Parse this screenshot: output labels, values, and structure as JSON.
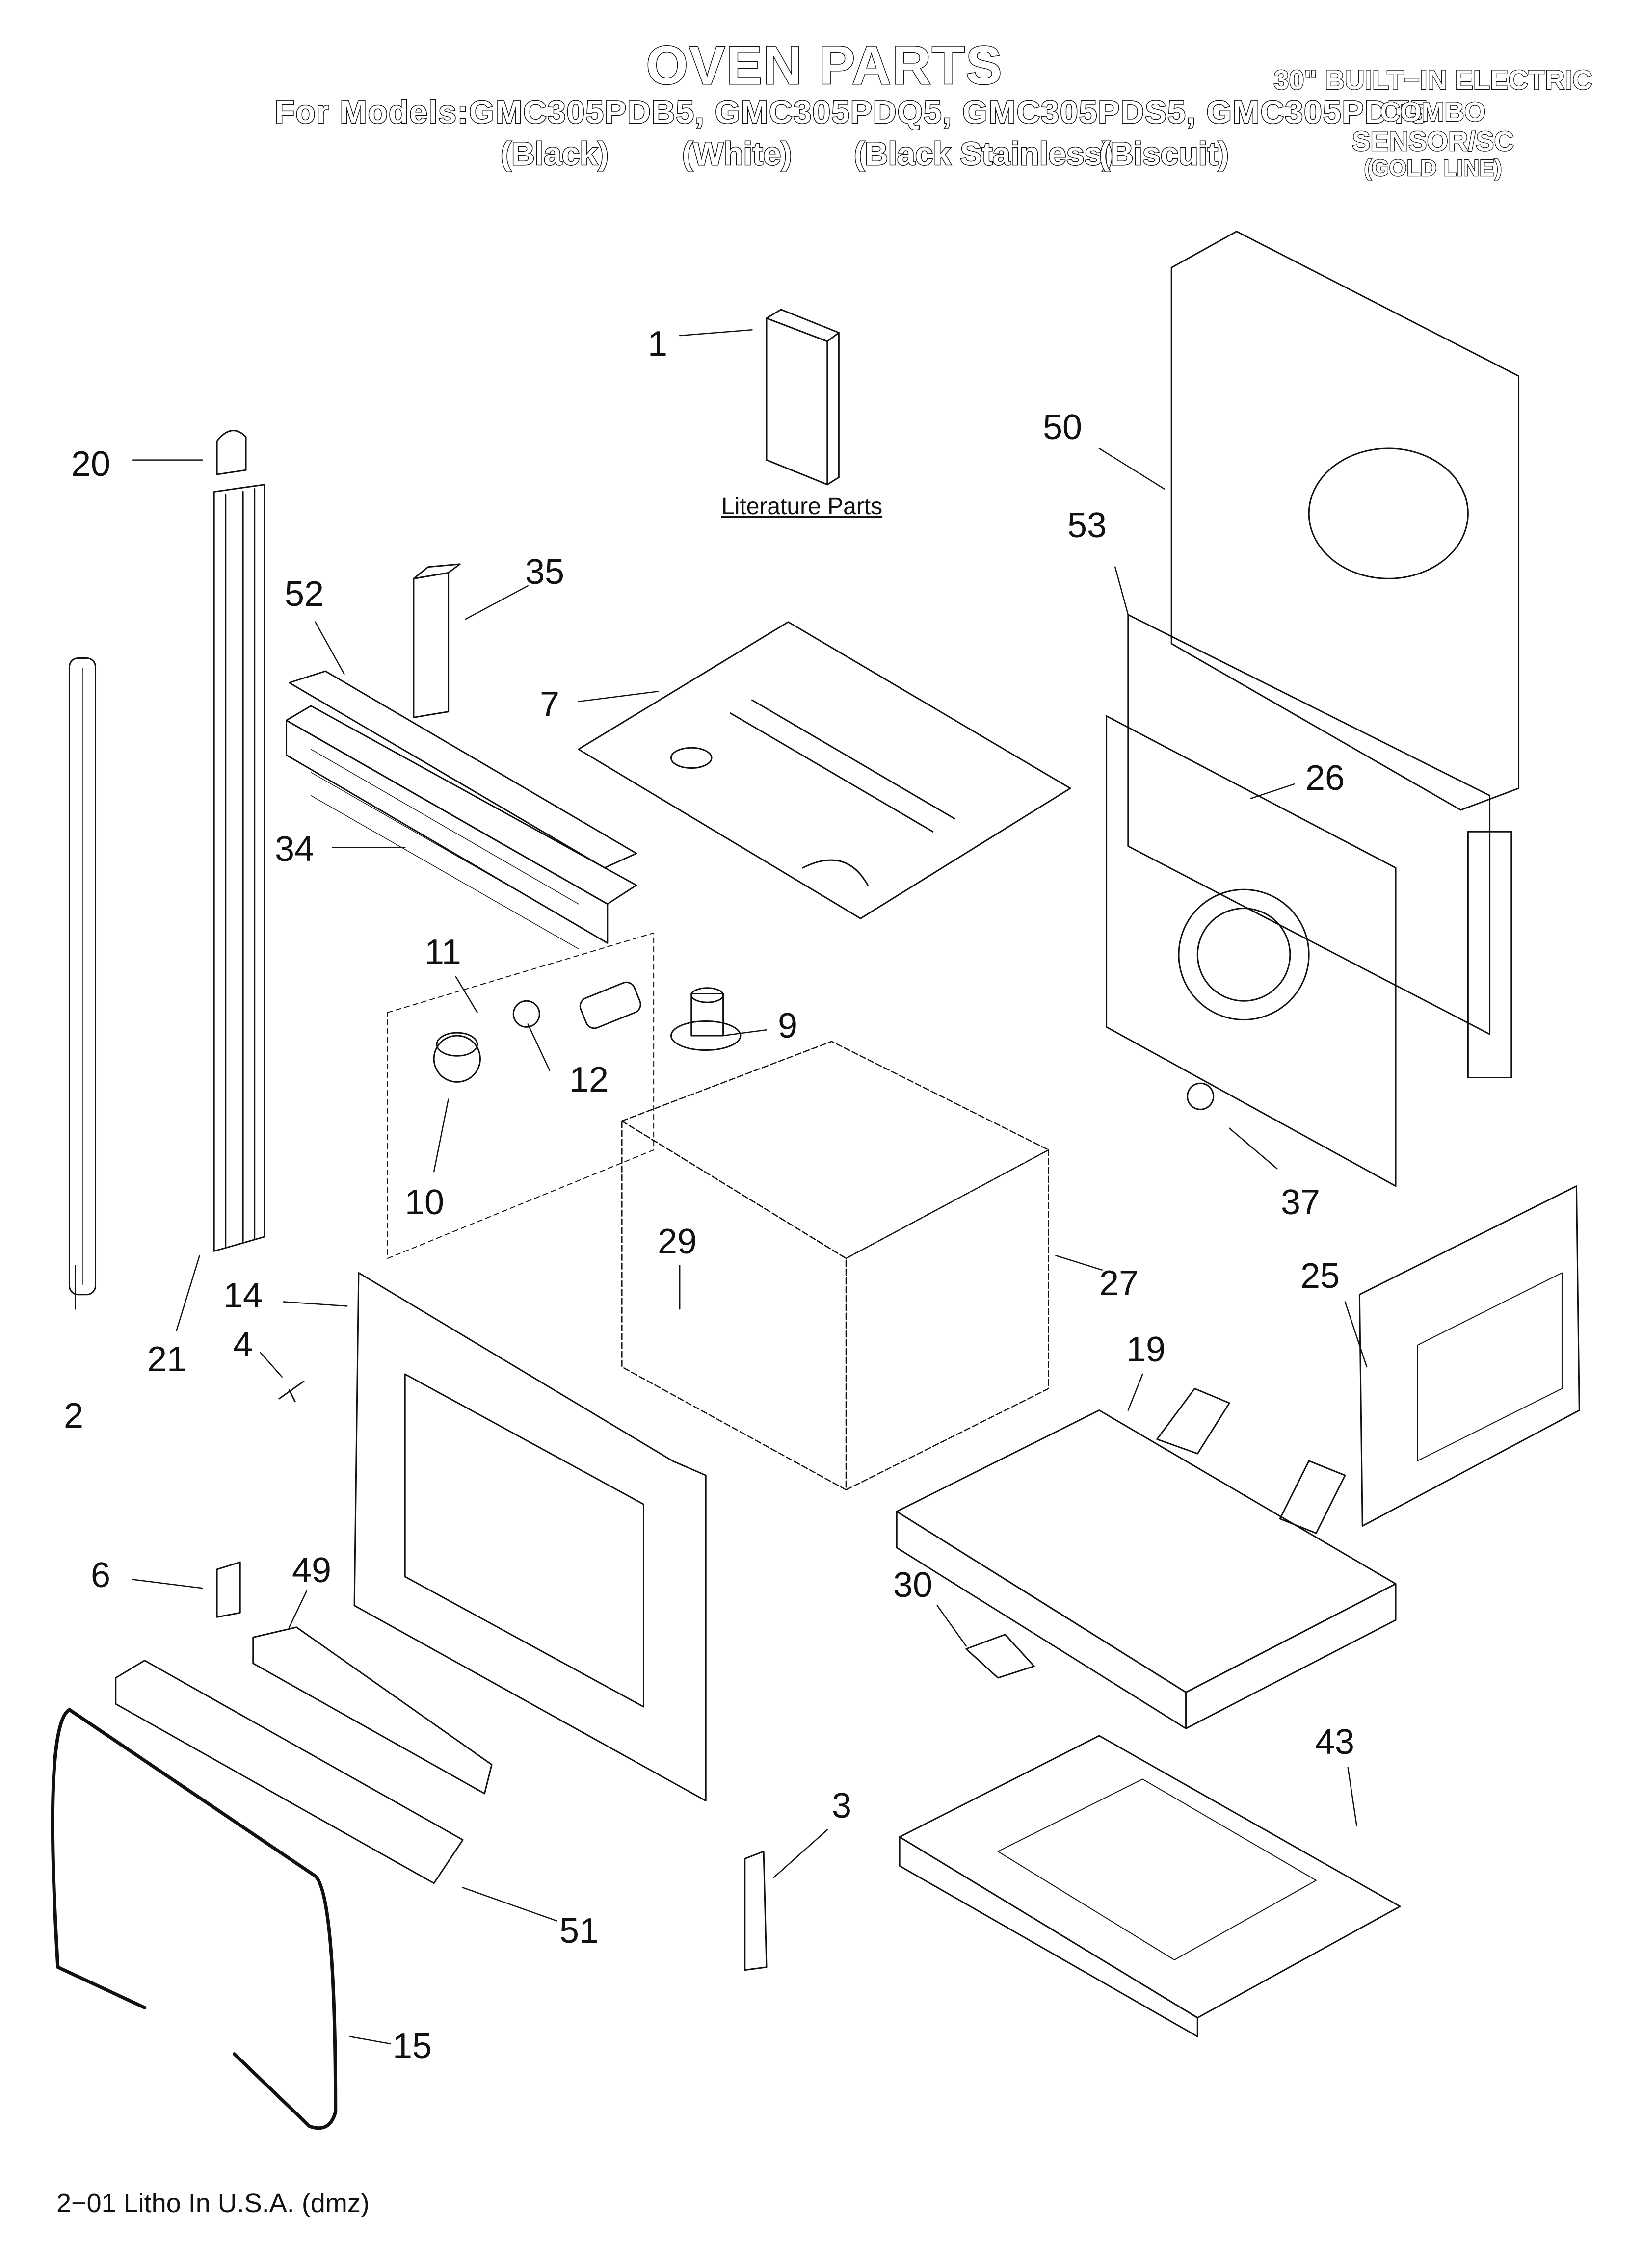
{
  "title": "OVEN PARTS",
  "models_line": "For Models:GMC305PDB5, GMC305PDQ5, GMC305PDS5, GMC305PDT5",
  "colors": [
    "(Black)",
    "(White)",
    "(Black Stainless)",
    "(Biscuit)"
  ],
  "product": {
    "line1": "30\" BUILT−IN ELECTRIC",
    "line2": "COMBO",
    "line3": "SENSOR/SC",
    "line4": "(GOLD LINE)"
  },
  "literature_label": "Literature Parts",
  "footer": "2−01 Litho In U.S.A. (dmz)",
  "callouts": [
    "1",
    "2",
    "3",
    "4",
    "6",
    "7",
    "9",
    "10",
    "11",
    "12",
    "14",
    "15",
    "19",
    "20",
    "21",
    "25",
    "26",
    "27",
    "29",
    "30",
    "34",
    "35",
    "37",
    "43",
    "49",
    "50",
    "51",
    "52",
    "53"
  ]
}
